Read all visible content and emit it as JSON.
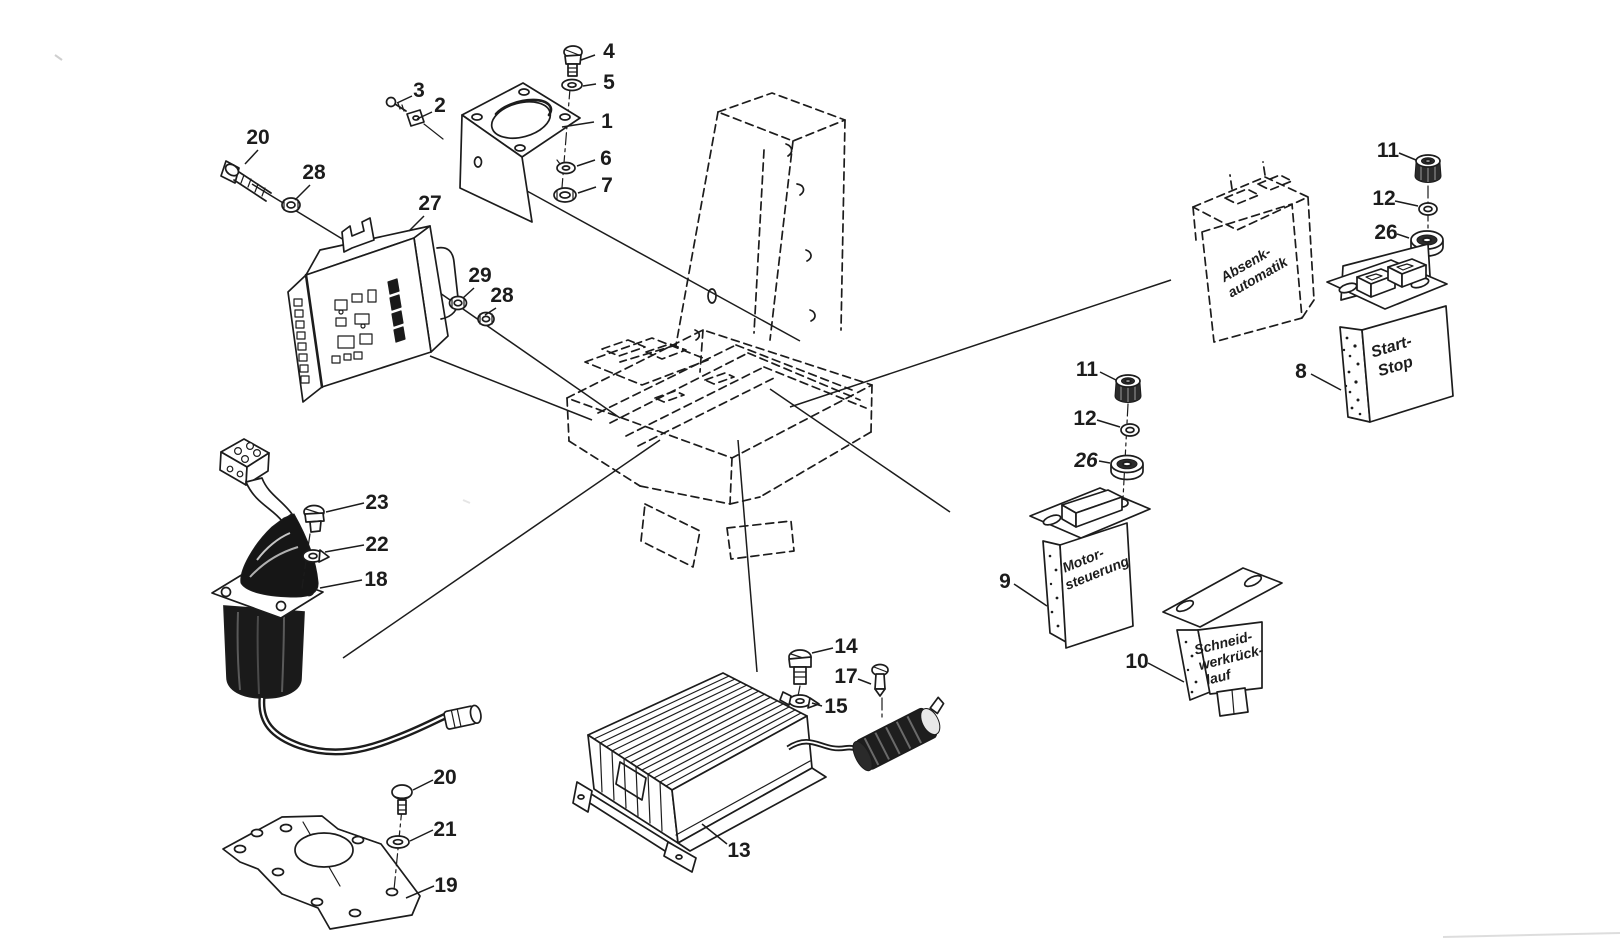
{
  "figure": {
    "kind": "exploded-parts-diagram",
    "language": "de",
    "description": "Exploded spare-parts line drawing: control electronics, joystick, brackets and relay modules around a dashed seat console"
  },
  "colors": {
    "ink": "#1c1c1c",
    "paper": "#ffffff",
    "dark_fill": "#1a1a1a"
  },
  "callouts": {
    "c1": "1",
    "c2": "2",
    "c3": "3",
    "c4": "4",
    "c5": "5",
    "c6": "6",
    "c7": "7",
    "c8": "8",
    "c9": "9",
    "c10": "10",
    "c11a": "11",
    "c11b": "11",
    "c12a": "12",
    "c12b": "12",
    "c13": "13",
    "c14": "14",
    "c15": "15",
    "c17": "17",
    "c18": "18",
    "c19": "19",
    "c20a": "20",
    "c20b": "20",
    "c21": "21",
    "c22": "22",
    "c23": "23",
    "c26a": "26",
    "c26b": "26",
    "c27": "27",
    "c28a": "28",
    "c28b": "28",
    "c29": "29"
  },
  "module_labels": {
    "absenk_l1": "Absenk-",
    "absenk_l2": "automatik",
    "startstop_l1": "Start-",
    "startstop_l2": "Stop",
    "motor_l1": "Motor-",
    "motor_l2": "steuerung",
    "schneid_l1": "Schneid-",
    "schneid_l2": "werkrück-",
    "schneid_l3": "lauf"
  }
}
